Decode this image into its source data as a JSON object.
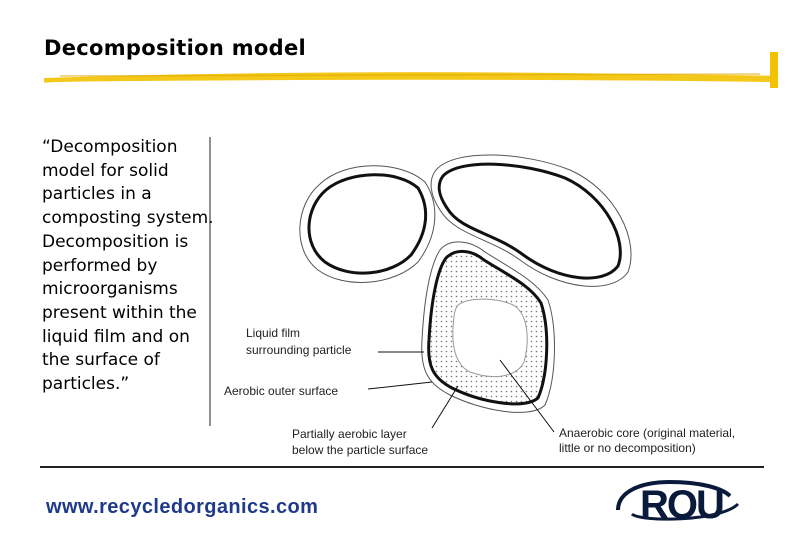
{
  "slide": {
    "title": "Decomposition model",
    "quote": "“Decomposition\nmodel for solid\nparticles in a\ncomposting system.\nDecomposition is\nperformed by\nmicroorganisms\npresent within the\nliquid film and on\nthe surface of\nparticles.”",
    "url": "www.recycledorganics.com"
  },
  "diagram": {
    "labels": {
      "liquid_film_1": "Liquid film",
      "liquid_film_2": "surrounding particle",
      "aerobic_outer": "Aerobic outer surface",
      "partial_1": "Partially aerobic layer",
      "partial_2": "below the particle surface",
      "anaerobic_1": "Anaerobic core (original material,",
      "anaerobic_2": "little or no decomposition)"
    }
  },
  "logo": {
    "text": "ROU",
    "color": "#0a1a3a"
  },
  "colors": {
    "title_rule": "#e6b800",
    "url_text": "#1f3a8a"
  }
}
